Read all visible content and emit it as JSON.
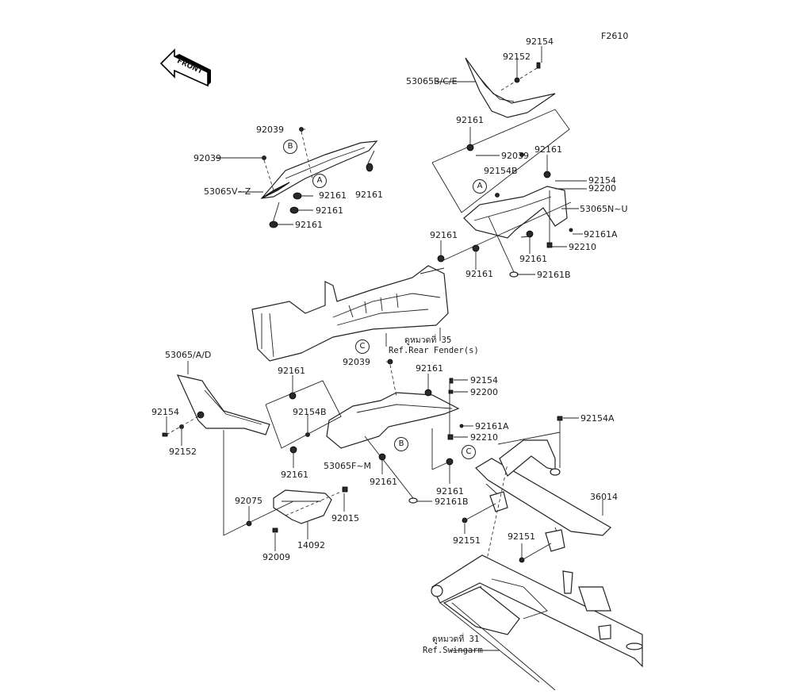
{
  "diagram": {
    "figure_code": "F2610",
    "front_marker": "FRONT",
    "references": [
      {
        "thai": "ดูหมวดที่ 35",
        "english": "Ref.Rear Fender(s)"
      },
      {
        "thai": "ดูหมวดที่ 31",
        "english": "Ref.Swingarm"
      }
    ],
    "circle_markers": [
      "A",
      "B",
      "C"
    ],
    "part_labels": {
      "top_right_cover": "53065B/C/E",
      "top_right_bolt": "92154",
      "top_right_washer": "92152",
      "left_cover": "53065V~Z",
      "left_clip_1": "92039",
      "left_clip_2": "92039",
      "left_grommet_1": "92161",
      "left_grommet_2": "92161",
      "left_grommet_3": "92161",
      "left_grommet_4": "92161",
      "mid_grommet_top": "92161",
      "mid_clip": "92039",
      "mid_grommet_right": "92161",
      "mid_bolt_b": "92154B",
      "mid_bolt": "92154",
      "mid_collar": "92200",
      "mid_cover": "53065N~U",
      "mid_clip_a": "92161A",
      "mid_nut": "92210",
      "mid_grommet_left": "92161",
      "mid_grommet_lower": "92161",
      "mid_grommet_lower2": "92161",
      "mid_clip_b": "92161B",
      "lower_left_cover": "53065/A/D",
      "lower_left_bolt": "92154",
      "lower_left_washer": "92152",
      "lower_grommet_top": "92161",
      "lower_bolt_b": "92154B",
      "lower_grommet_bottom": "92161",
      "lower_cover": "53065F~M",
      "lower_grommet_mid": "92161",
      "lower_clip": "92039",
      "lower_grommet_right_top": "92161",
      "lower_bolt": "92154",
      "lower_collar": "92200",
      "lower_clip_a": "92161A",
      "lower_nut": "92210",
      "lower_grommet_c": "92161",
      "lower_clip_b": "92161B",
      "chain_guard_bolt": "92154A",
      "chain_guard": "36014",
      "chain_guard_bolt_1": "92151",
      "chain_guard_bolt_2": "92151",
      "small_cover": "14092",
      "small_cover_screw": "92075",
      "small_cover_clip": "92015",
      "small_cover_bolt": "92009"
    }
  }
}
